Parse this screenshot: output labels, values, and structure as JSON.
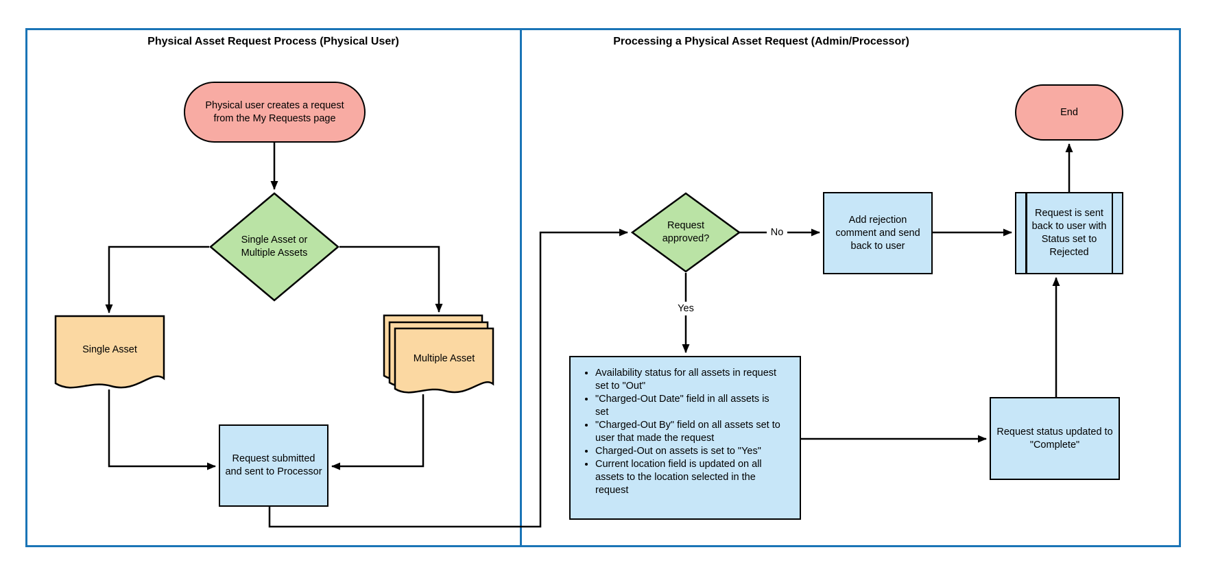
{
  "diagram": {
    "panels": [
      {
        "title": "Physical Asset Request Process (Physical User)"
      },
      {
        "title": "Processing a Physical Asset Request (Admin/Processor)"
      }
    ],
    "nodes": {
      "start": "Physical user creates a request from the My Requests page",
      "decision_assets": "Single Asset or Multiple Assets",
      "doc_single": "Single Asset",
      "doc_multiple": "Multiple Asset",
      "request_submitted": "Request submitted and sent to Processor",
      "decision_approved": "Request approved?",
      "reject_comment": "Add rejection comment and send back to user",
      "sent_back": "Request is sent back to user with Status set to Rejected",
      "end": "End",
      "yes_actions": [
        "Availability status for all assets in request set to \"Out\"",
        "\"Charged-Out Date\" field in all assets is set",
        "\"Charged-Out By\" field on all assets set to user that made the request",
        "Charged-Out on assets is set to \"Yes\"",
        "Current location field is updated on all assets to the location selected in the request"
      ],
      "status_complete": "Request status updated to \"Complete\""
    },
    "labels": {
      "no": "No",
      "yes": "Yes"
    },
    "colors": {
      "panel-border": "#1A74B6",
      "terminator-fill": "#F8ABA3",
      "decision-fill": "#BAE3A5",
      "document-fill": "#FBD8A2",
      "process-fill": "#C7E6F8",
      "stroke": "#000000"
    }
  }
}
